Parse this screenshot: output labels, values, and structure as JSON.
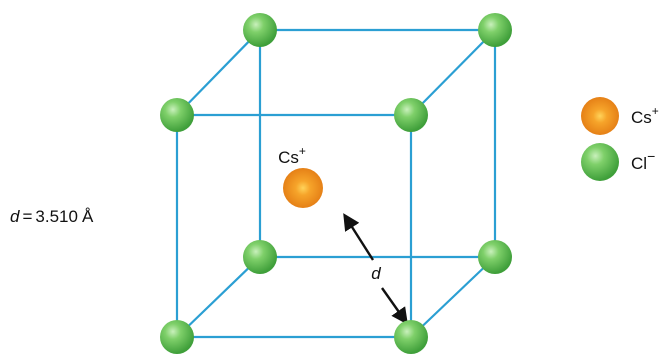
{
  "diagram": {
    "distance_label": {
      "variable": "d",
      "equals": "=",
      "value": "3.510",
      "unit": "Å"
    },
    "center_ion": {
      "symbol": "Cs",
      "charge": "+"
    },
    "arrow_label": "d",
    "legend": [
      {
        "symbol": "Cs",
        "charge": "+",
        "color": "orange"
      },
      {
        "symbol": "Cl",
        "charge": "−",
        "color": "green"
      }
    ]
  },
  "colors": {
    "cube_edges": "#2b9fd3",
    "chloride": "#4caf50",
    "cesium": "#ee7d12",
    "arrow": "#111111"
  }
}
